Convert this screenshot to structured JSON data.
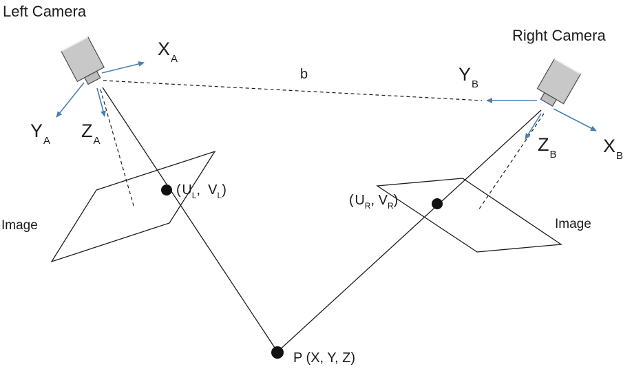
{
  "titles": {
    "left_camera": "Left Camera",
    "right_camera": "Right Camera"
  },
  "baseline": "b",
  "left_axes": {
    "x": {
      "letter": "X",
      "sub": "A"
    },
    "y": {
      "letter": "Y",
      "sub": "A"
    },
    "z": {
      "letter": "Z",
      "sub": "A"
    }
  },
  "right_axes": {
    "x": {
      "letter": "X",
      "sub": "B"
    },
    "y": {
      "letter": "Y",
      "sub": "B"
    },
    "z": {
      "letter": "Z",
      "sub": "B"
    }
  },
  "image_labels": {
    "left": "Image",
    "right": "Image"
  },
  "left_point": {
    "open": "(",
    "u": "U",
    "u_sub": "L",
    "sep": ",",
    "v": "V",
    "v_sub": "L",
    "close": ")"
  },
  "right_point": {
    "open": "(",
    "u": "U",
    "u_sub": "R",
    "sep": ",",
    "v": "V",
    "v_sub": "R",
    "close": ")"
  },
  "world_point": "P (X, Y, Z)",
  "colors": {
    "axis_arrow": "#4a7fb0",
    "line": "#1a1a1a",
    "camera_body": "#c8c8c8",
    "camera_edge": "#4a4a4a"
  }
}
